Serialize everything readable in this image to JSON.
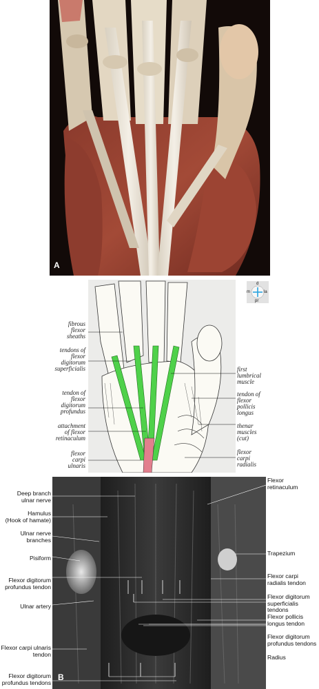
{
  "panel_a": {
    "letter": "A"
  },
  "panel_b": {
    "orientation": {
      "top": "d",
      "left": "m",
      "right": "la",
      "bottom": "pr"
    },
    "labels_left": [
      {
        "text": "fibrous\nflexor\nsheaths"
      },
      {
        "text": "tendons of\nflexor\ndigitorum\nsuperficialis"
      },
      {
        "text": "tendon of\nflexor\ndigitorum\nprofundus"
      },
      {
        "text": "attachment\nof flexor\nretinaculum"
      },
      {
        "text": "flexor\ncarpi\nulnaris"
      }
    ],
    "labels_right": [
      {
        "text": "first\nlumbrical\nmuscle"
      },
      {
        "text": "tendon of\nflexor\npollicis\nlongus"
      },
      {
        "text": "thenar\nmuscles\n(cut)"
      },
      {
        "text": "flexor\ncarpi\nradialis"
      }
    ],
    "colors": {
      "tendon_green": "#4fd14a",
      "tendon_pink": "#e27f8d",
      "background": "#ececea"
    }
  },
  "panel_c": {
    "letter": "B",
    "labels_left": [
      {
        "text": "Deep branch\nulnar nerve"
      },
      {
        "text": "Hamulus\n(Hook of hamate)"
      },
      {
        "text": "Ulnar nerve\nbranches"
      },
      {
        "text": "Pisiform"
      },
      {
        "text": "Flexor digitorum\nprofundus tendon"
      },
      {
        "text": "Ulnar artery"
      },
      {
        "text": "Flexor carpi ulnaris\ntendon"
      },
      {
        "text": "Flexor digitorum\nprofundus tendons"
      }
    ],
    "labels_right": [
      {
        "text": "Flexor\nretinaculum"
      },
      {
        "text": "Trapezium"
      },
      {
        "text": "Flexor carpi\nradialis tendon"
      },
      {
        "text": "Flexor digitorum\nsuperficialis tendons"
      },
      {
        "text": "Flexor pollicis\nlongus tendon"
      },
      {
        "text": "Flexor digitorum\nprofundus tendons"
      },
      {
        "text": "Radius"
      }
    ]
  }
}
